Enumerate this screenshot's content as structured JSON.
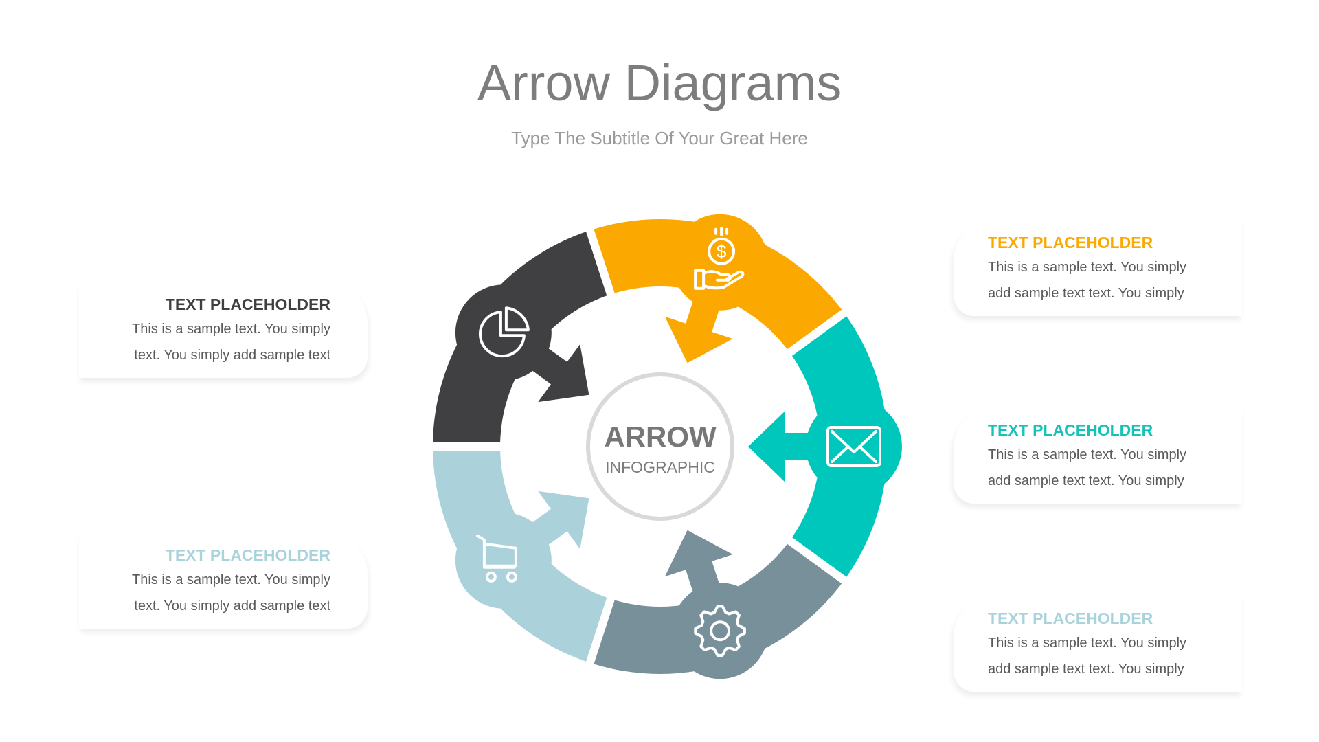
{
  "header": {
    "title": "Arrow Diagrams",
    "subtitle": "Type The Subtitle Of Your Great Here"
  },
  "center": {
    "line1": "ARROW",
    "line2": "INFOGRAPHIC"
  },
  "segments": [
    {
      "name": "dark",
      "color": "#404042",
      "icon": "pie-chart-icon"
    },
    {
      "name": "orange",
      "color": "#FBA900",
      "icon": "money-hand-icon"
    },
    {
      "name": "teal",
      "color": "#00C7BC",
      "icon": "envelope-icon"
    },
    {
      "name": "gray",
      "color": "#78909A",
      "icon": "gear-icon"
    },
    {
      "name": "light-blue",
      "color": "#ABD2DA",
      "icon": "shopping-cart-icon"
    }
  ],
  "cards": [
    {
      "title": "TEXT PLACEHOLDER",
      "color": "#FBA900",
      "line1": "This is a sample text. You simply",
      "line2": "add sample text text. You simply"
    },
    {
      "title": "TEXT PLACEHOLDER",
      "color": "#14C2B8",
      "line1": "This is a sample text. You simply",
      "line2": "add sample text text. You simply"
    },
    {
      "title": "TEXT PLACEHOLDER",
      "color": "#A9D3DB",
      "line1": "This is a sample text. You simply",
      "line2": "add sample text text. You simply"
    },
    {
      "title": "TEXT PLACEHOLDER",
      "color": "#3F3F3F",
      "line1": "This is a sample text. You simply",
      "line2": "text. You simply add sample text"
    },
    {
      "title": "TEXT PLACEHOLDER",
      "color": "#A9D3DB",
      "line1": "This is a sample text. You simply",
      "line2": "text. You simply add sample text"
    }
  ]
}
